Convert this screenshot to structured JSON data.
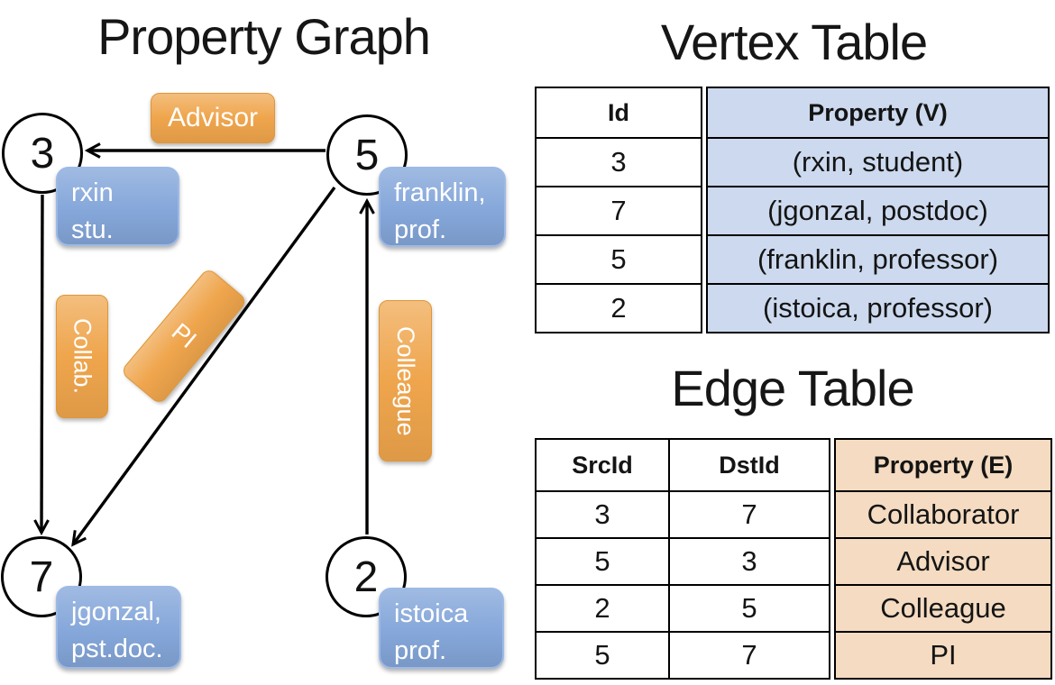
{
  "graph": {
    "title": "Property Graph",
    "nodes": [
      {
        "id": "3",
        "property": {
          "line1": "rxin",
          "line2": "stu."
        }
      },
      {
        "id": "5",
        "property": {
          "line1": "franklin,",
          "line2": "prof."
        }
      },
      {
        "id": "7",
        "property": {
          "line1": "jgonzal,",
          "line2": "pst.doc."
        }
      },
      {
        "id": "2",
        "property": {
          "line1": "istoica",
          "line2": "prof."
        }
      }
    ],
    "edge_labels": [
      {
        "label": "Advisor"
      },
      {
        "label": "Collab."
      },
      {
        "label": "PI"
      },
      {
        "label": "Colleague"
      }
    ]
  },
  "vertex_table": {
    "title": "Vertex Table",
    "columns": [
      "Id",
      "Property (V)"
    ],
    "rows": [
      [
        "3",
        "(rxin, student)"
      ],
      [
        "7",
        "(jgonzal, postdoc)"
      ],
      [
        "5",
        "(franklin, professor)"
      ],
      [
        "2",
        "(istoica, professor)"
      ]
    ]
  },
  "edge_table": {
    "title": "Edge Table",
    "columns": [
      "SrcId",
      "DstId",
      "Property (E)"
    ],
    "rows": [
      [
        "3",
        "7",
        "Collaborator"
      ],
      [
        "5",
        "3",
        "Advisor"
      ],
      [
        "2",
        "5",
        "Colleague"
      ],
      [
        "5",
        "7",
        "PI"
      ]
    ]
  },
  "colors": {
    "edge_label_fill": "#efa54c",
    "node_property_fill": "#85a7da",
    "vertex_property_cell": "#ccd9ee",
    "edge_property_cell": "#f4dbc1"
  }
}
